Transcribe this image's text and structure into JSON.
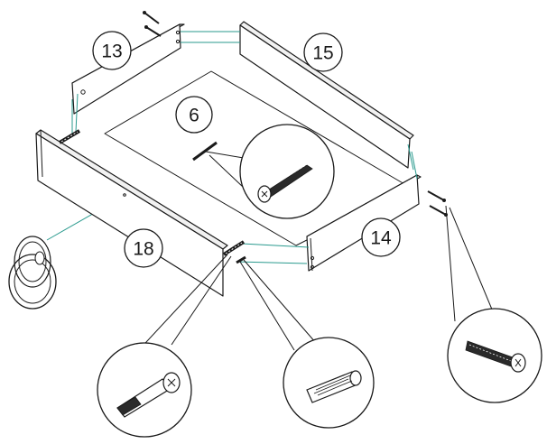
{
  "diagram": {
    "part_labels": {
      "p13": "13",
      "p15": "15",
      "p6": "6",
      "p14": "14",
      "p18": "18"
    },
    "colors": {
      "line": "#1a1a1a",
      "guide": "#2a9a8e",
      "panel": "#ffffff"
    },
    "icons": [
      "cam-bolt-icon",
      "wood-dowel-icon",
      "confirmat-screw-icon",
      "ring-pull-handle-icon",
      "countersunk-screw-icon"
    ]
  }
}
